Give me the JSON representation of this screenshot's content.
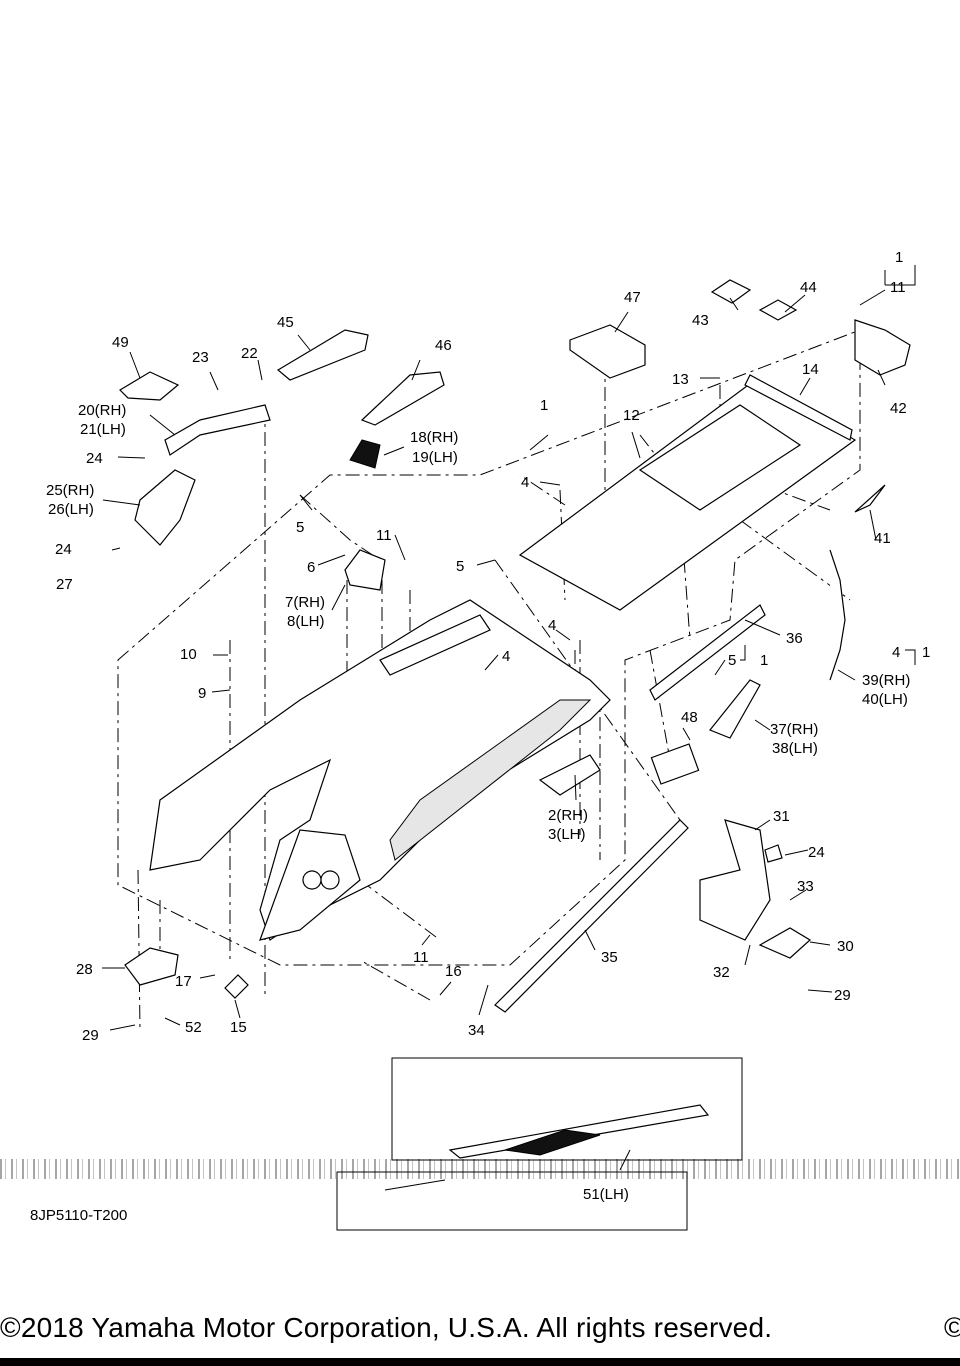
{
  "diagram": {
    "code": "8JP5110-T200",
    "copyright": "©2018 Yamaha Motor Corporation, U.S.A. All rights reserved.",
    "copyright_tail": "©",
    "labels": {
      "l1a": "1",
      "l11a": "11",
      "l44": "44",
      "l47": "47",
      "l43": "43",
      "l42": "42",
      "l45": "45",
      "l49": "49",
      "l23": "23",
      "l22": "22",
      "l46": "46",
      "l13": "13",
      "l14": "14",
      "l20": "20(RH)",
      "l21": "21(LH)",
      "l1b": "1",
      "l12": "12",
      "l18": "18(RH)",
      "l19": "19(LH)",
      "l24a": "24",
      "l25": "25(RH)",
      "l26": "26(LH)",
      "l4a": "4",
      "l41": "41",
      "l5a": "5",
      "l24b": "24",
      "l11b": "11",
      "l6": "6",
      "l5b": "5",
      "l27": "27",
      "l7": "7(RH)",
      "l8": "8(LH)",
      "l4b": "4",
      "l36": "36",
      "l10": "10",
      "l4c": "4",
      "l4d": "4",
      "l1c": "1",
      "l5c": "5",
      "l1d": "1",
      "l39": "39(RH)",
      "l40": "40(LH)",
      "l9": "9",
      "l48": "48",
      "l37": "37(RH)",
      "l38": "38(LH)",
      "l2": "2(RH)",
      "l3": "3(LH)",
      "l31": "31",
      "l24c": "24",
      "l33": "33",
      "l28": "28",
      "l11c": "11",
      "l35": "35",
      "l30": "30",
      "l17": "17",
      "l16": "16",
      "l32": "32",
      "l29a": "29",
      "l15": "15",
      "l34": "34",
      "l52": "52",
      "l29b": "29",
      "l51": "51(LH)"
    }
  }
}
